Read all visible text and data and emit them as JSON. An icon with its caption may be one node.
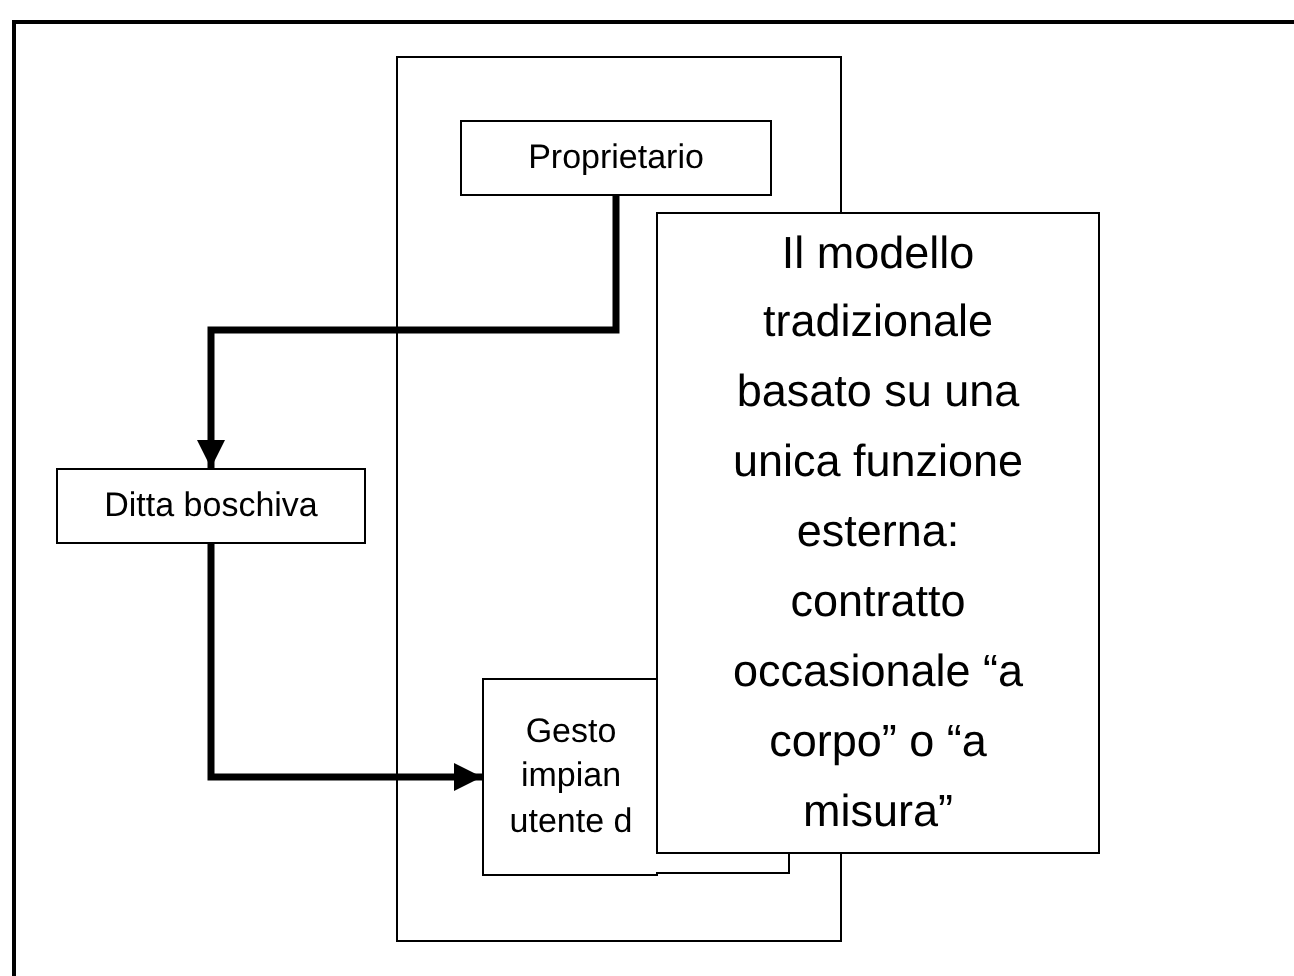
{
  "diagram": {
    "nodes": [
      {
        "text": [],
        "shape": "box"
      },
      {
        "text": [
          "Proprietario"
        ],
        "in": 0
      },
      {
        "text": [
          "Ditta boschiva"
        ]
      },
      {
        "text": [
          "Gesto impian utente d"
        ],
        "in": 0
      },
      {
        "text": [
          "Il modello tradizionale basato su una unica funzione esterna: contratto occasionale “a corpo” o “a misura”"
        ]
      }
    ],
    "edges": [
      {
        "from": 1,
        "to": 2,
        "arrow": "to"
      },
      {
        "from": 2,
        "to": 3,
        "arrow": "to"
      }
    ]
  }
}
